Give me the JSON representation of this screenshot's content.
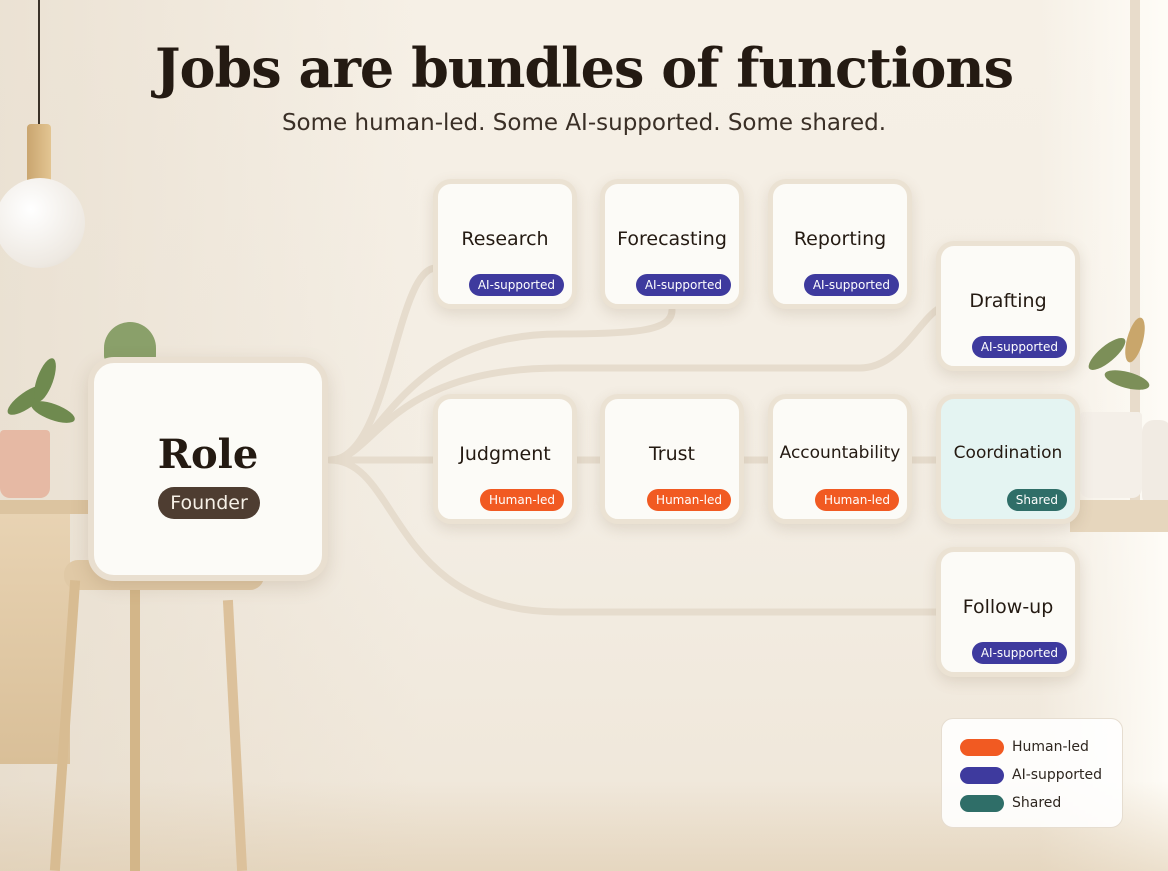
{
  "title": "Jobs are bundles of functions",
  "subtitle": "Some human-led. Some AI-supported. Some shared.",
  "colors": {
    "human": "#f15a22",
    "ai": "#3e3a9e",
    "shared": "#2f6e68",
    "connector": "#e6dccd"
  },
  "role": {
    "title": "Role",
    "label": "Founder"
  },
  "functions": [
    {
      "name": "Research",
      "badge": "AI-supported",
      "type": "ai"
    },
    {
      "name": "Forecasting",
      "badge": "AI-supported",
      "type": "ai"
    },
    {
      "name": "Reporting",
      "badge": "AI-supported",
      "type": "ai"
    },
    {
      "name": "Drafting",
      "badge": "AI-supported",
      "type": "ai"
    },
    {
      "name": "Judgment",
      "badge": "Human-led",
      "type": "human"
    },
    {
      "name": "Trust",
      "badge": "Human-led",
      "type": "human"
    },
    {
      "name": "Accountability",
      "badge": "Human-led",
      "type": "human"
    },
    {
      "name": "Coordination",
      "badge": "Shared",
      "type": "shared"
    },
    {
      "name": "Follow-up",
      "badge": "AI-supported",
      "type": "ai"
    }
  ],
  "legend": [
    {
      "label": "Human-led",
      "type": "human"
    },
    {
      "label": "AI-supported",
      "type": "ai"
    },
    {
      "label": "Shared",
      "type": "shared"
    }
  ]
}
